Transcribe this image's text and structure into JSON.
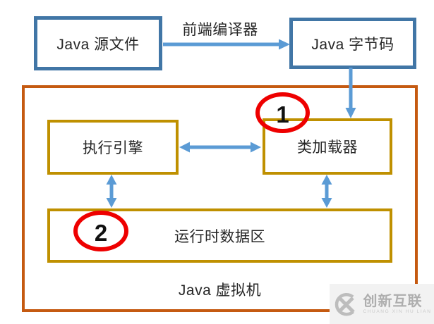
{
  "top_row": {
    "source_box_label": "Java 源文件",
    "compiler_arrow_label": "前端编译器",
    "bytecode_box_label": "Java 字节码"
  },
  "jvm": {
    "container_label": "Java 虚拟机",
    "execution_engine_label": "执行引擎",
    "class_loader_label": "类加载器",
    "runtime_data_area_label": "运行时数据区",
    "marker_1": "1",
    "marker_2": "2"
  },
  "watermark": {
    "brand_name": "创新互联",
    "brand_subtitle": "CHUANG XIN HU LIAN"
  },
  "colors": {
    "box_border_blue": "#4176a6",
    "inner_box_gold": "#bf9000",
    "jvm_border_orange": "#c55a11",
    "arrow_blue": "#5b9bd5",
    "marker_red": "#ee0000",
    "watermark_gray": "#aeaeae"
  }
}
